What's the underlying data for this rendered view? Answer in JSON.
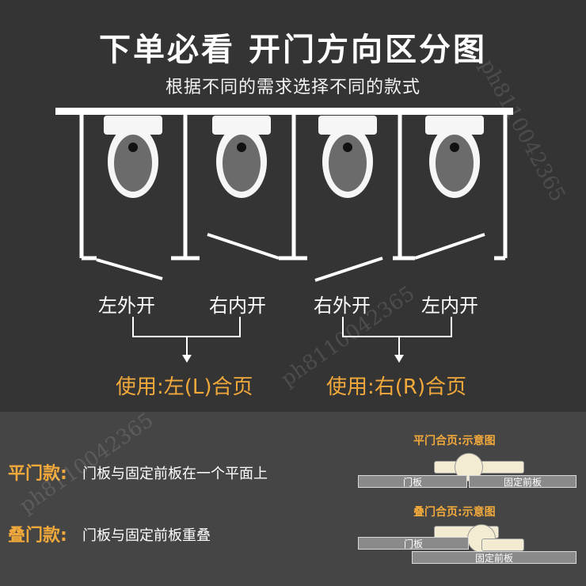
{
  "title": "下单必看  开门方向区分图",
  "subtitle": "根据不同的需求选择不同的款式",
  "labels": [
    "左外开",
    "右内开",
    "右外开",
    "左内开"
  ],
  "usage": [
    "使用:左(L)合页",
    "使用:右(R)合页"
  ],
  "styles": [
    {
      "name": "平门款:",
      "desc": "门板与固定前板在一个平面上"
    },
    {
      "name": "叠门款:",
      "desc": "门板与固定前板重叠"
    }
  ],
  "diagrams": [
    {
      "title": "平门合页:示意图",
      "door_label": "门板",
      "panel_label": "固定前板"
    },
    {
      "title": "叠门合页:示意图",
      "door_label": "门板",
      "panel_label": "固定前板"
    }
  ],
  "watermark": "ph8110042365",
  "colors": {
    "accent": "#f2a93b",
    "background": "#343434",
    "line": "#ffffff"
  }
}
